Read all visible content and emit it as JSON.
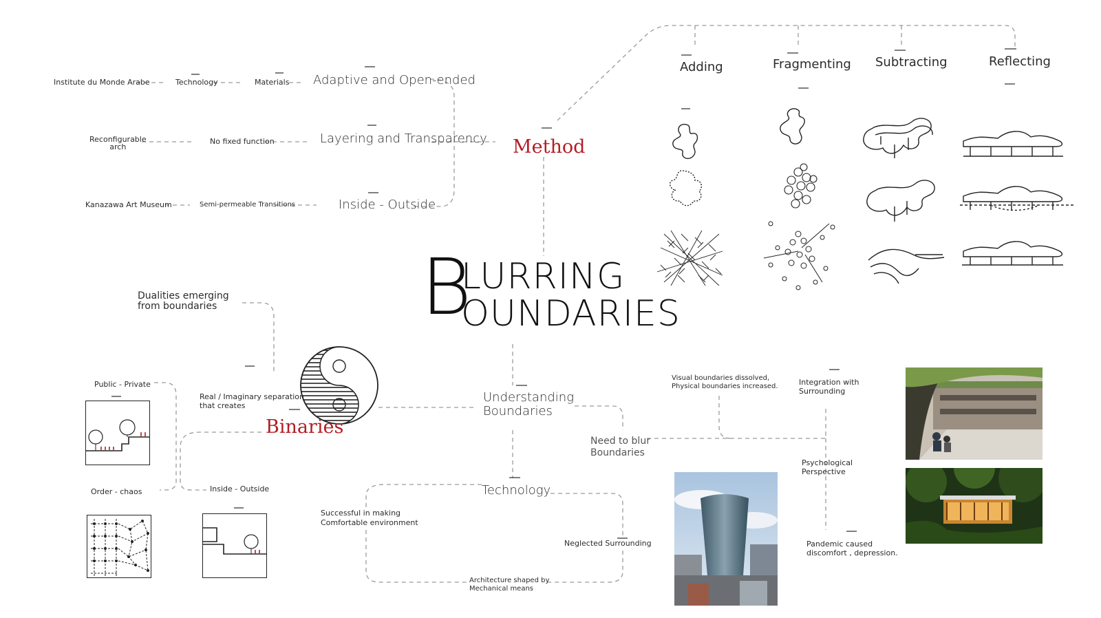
{
  "title": {
    "first_letter": "B",
    "line1": "LURRING",
    "line2": "OUNDARIES"
  },
  "method": {
    "label": "Method",
    "rows": [
      {
        "main": "Adaptive and Open-ended",
        "mid1": "Materials",
        "mid2": "Technology",
        "left": "Institute du Monde Arabe"
      },
      {
        "main": "Layering and Transparency",
        "mid": "No fixed function",
        "left": "Reconfigurable\narch"
      },
      {
        "main": "Inside - Outside",
        "mid": "Semi-permeable Transitions",
        "left": "Kanazawa Art Museum"
      }
    ],
    "categories": [
      "Adding",
      "Fragmenting",
      "Subtracting",
      "Reflecting"
    ]
  },
  "binaries": {
    "label": "Binaries",
    "dualities": "Dualities emerging\nfrom boundaries",
    "separation": "Real / Imaginary separation\nthat creates",
    "pairs": [
      "Public - Private",
      "Order - chaos",
      "Inside - Outside"
    ]
  },
  "understanding": {
    "label": "Understanding\nBoundaries",
    "need": "Need to blur\nBoundaries",
    "visual": "Visual boundaries dissolved,\nPhysical boundaries increased.",
    "integration": "Integration with\nSurrounding",
    "psych": "Psychological\nPerspective",
    "pandemic": "Pandemic caused\ndiscomfort , depression."
  },
  "technology": {
    "label": "Technology",
    "successful": "Successful in making\nComfortable environment",
    "neglected": "Neglected Surrounding",
    "mechanical": "Architecture shaped by\nMechanical means"
  },
  "colors": {
    "accent": "#b21e25",
    "ink": "#222222",
    "connector": "#9a9a9a"
  }
}
